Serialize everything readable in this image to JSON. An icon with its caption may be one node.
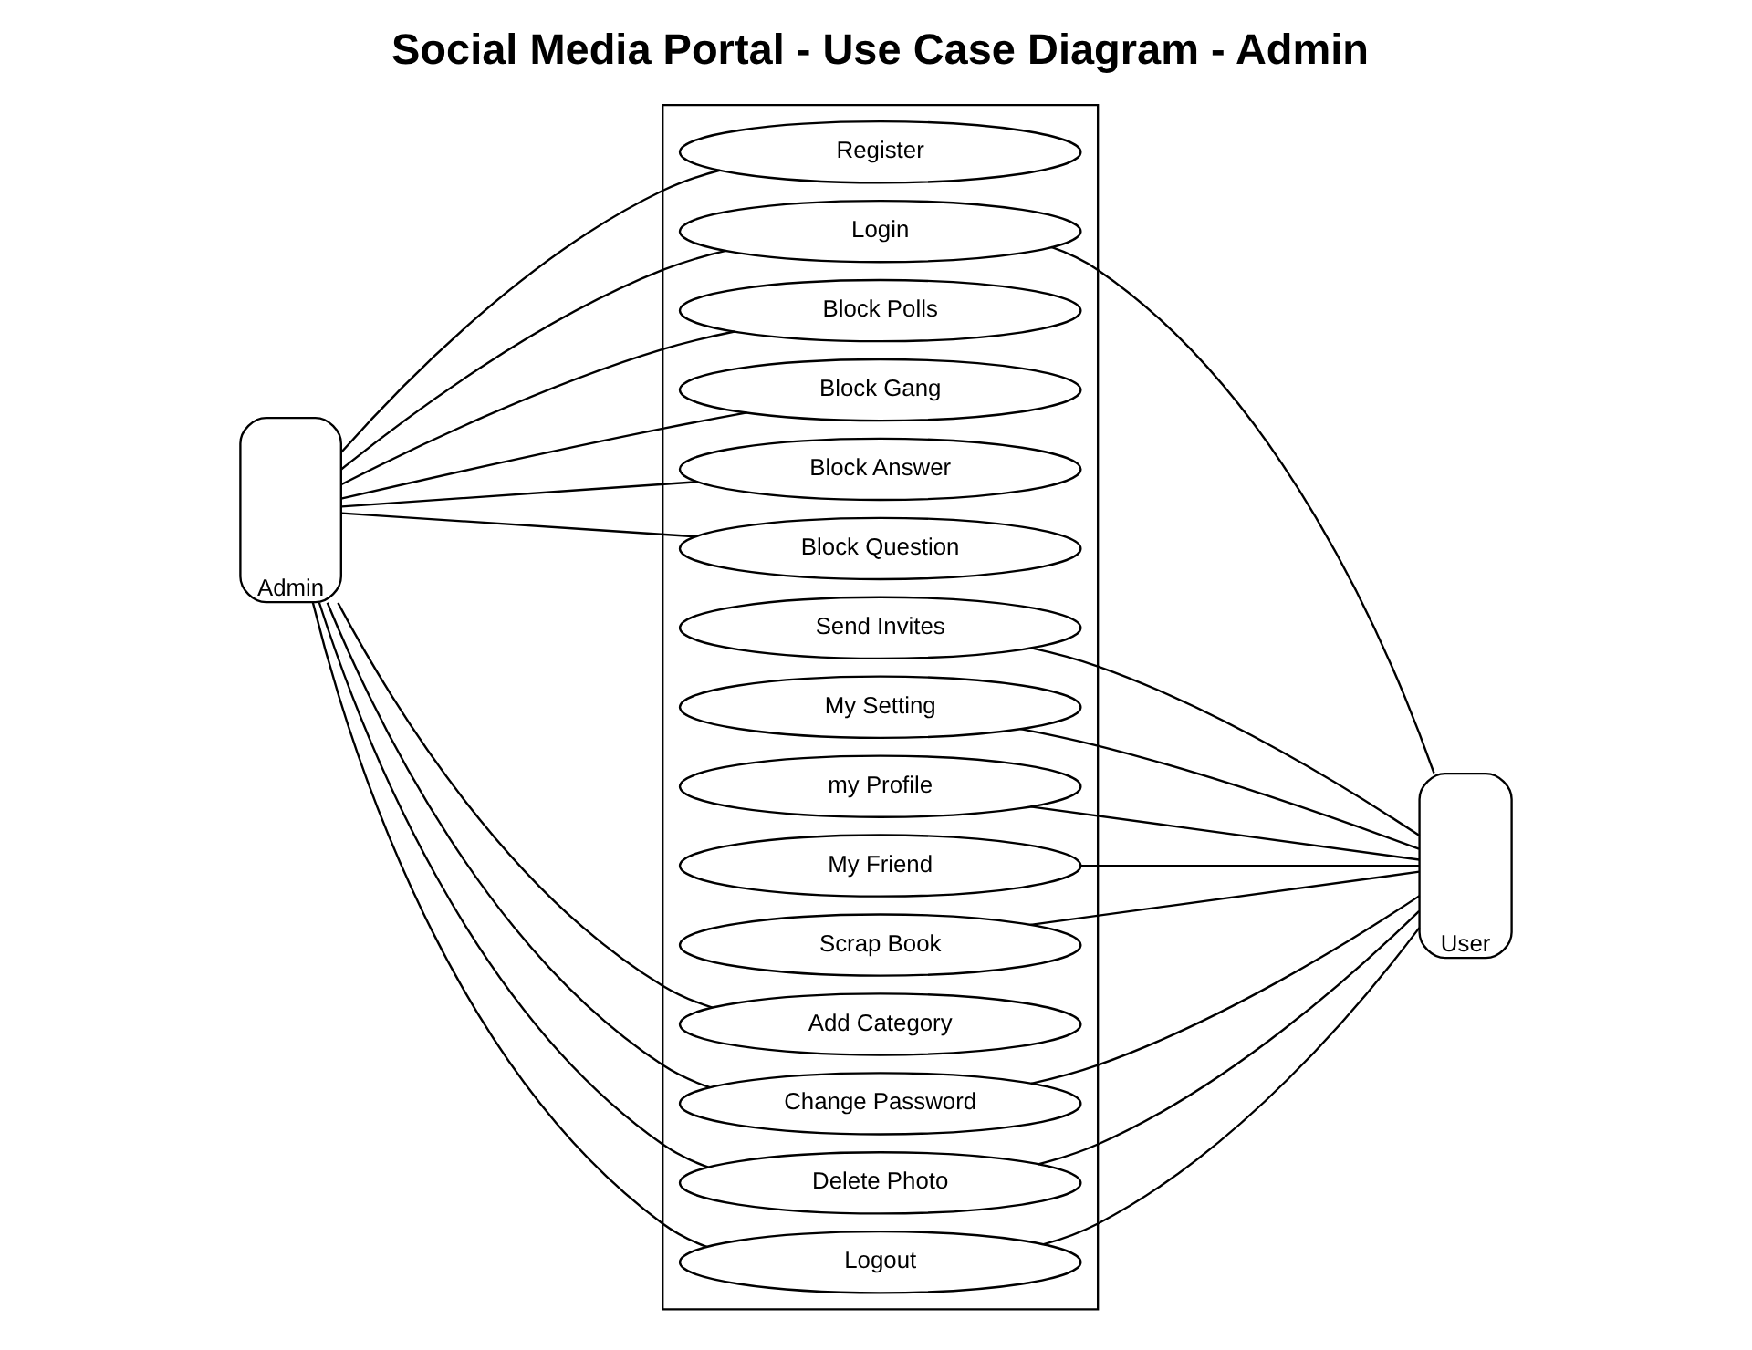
{
  "diagram": {
    "title": "Social Media Portal - Use Case Diagram - Admin",
    "nodes": [
      {
        "text": [
          "Admin"
        ]
      },
      {
        "text": [],
        "shape": "box"
      },
      {
        "text": [
          "Register"
        ],
        "in": 1
      },
      {
        "text": [
          "Login"
        ],
        "in": 1
      },
      {
        "text": [
          "Block Polls"
        ],
        "in": 1
      },
      {
        "text": [
          "Block Gang"
        ],
        "in": 1
      },
      {
        "text": [
          "Block Answer"
        ],
        "in": 1
      },
      {
        "text": [
          "Block Question"
        ],
        "in": 1
      },
      {
        "text": [
          "Send Invites"
        ],
        "in": 1
      },
      {
        "text": [
          "My Setting"
        ],
        "in": 1
      },
      {
        "text": [
          "my Profile"
        ],
        "in": 1
      },
      {
        "text": [
          "My Friend"
        ],
        "in": 1
      },
      {
        "text": [
          "Scrap Book"
        ],
        "in": 1
      },
      {
        "text": [
          "Add Category"
        ],
        "in": 1
      },
      {
        "text": [
          "Change Password"
        ],
        "in": 1
      },
      {
        "text": [
          "Delete Photo"
        ],
        "in": 1
      },
      {
        "text": [
          "Logout"
        ],
        "in": 1
      },
      {
        "text": [
          "User"
        ]
      }
    ],
    "edges": [
      {
        "from": 0,
        "to": 2,
        "arrow": "none"
      },
      {
        "from": 0,
        "to": 3,
        "arrow": "none"
      },
      {
        "from": 0,
        "to": 4,
        "arrow": "none"
      },
      {
        "from": 0,
        "to": 5,
        "arrow": "none"
      },
      {
        "from": 0,
        "to": 6,
        "arrow": "none"
      },
      {
        "from": 0,
        "to": 7,
        "arrow": "none"
      },
      {
        "from": 0,
        "to": 13,
        "arrow": "none"
      },
      {
        "from": 0,
        "to": 14,
        "arrow": "none"
      },
      {
        "from": 0,
        "to": 15,
        "arrow": "none"
      },
      {
        "from": 0,
        "to": 16,
        "arrow": "none"
      },
      {
        "from": 3,
        "to": 17,
        "arrow": "none"
      },
      {
        "from": 8,
        "to": 17,
        "arrow": "none"
      },
      {
        "from": 9,
        "to": 17,
        "arrow": "none"
      },
      {
        "from": 10,
        "to": 17,
        "arrow": "none"
      },
      {
        "from": 11,
        "to": 17,
        "arrow": "none"
      },
      {
        "from": 12,
        "to": 17,
        "arrow": "none"
      },
      {
        "from": 14,
        "to": 17,
        "arrow": "none"
      },
      {
        "from": 15,
        "to": 17,
        "arrow": "none"
      },
      {
        "from": 16,
        "to": 17,
        "arrow": "none"
      }
    ]
  }
}
